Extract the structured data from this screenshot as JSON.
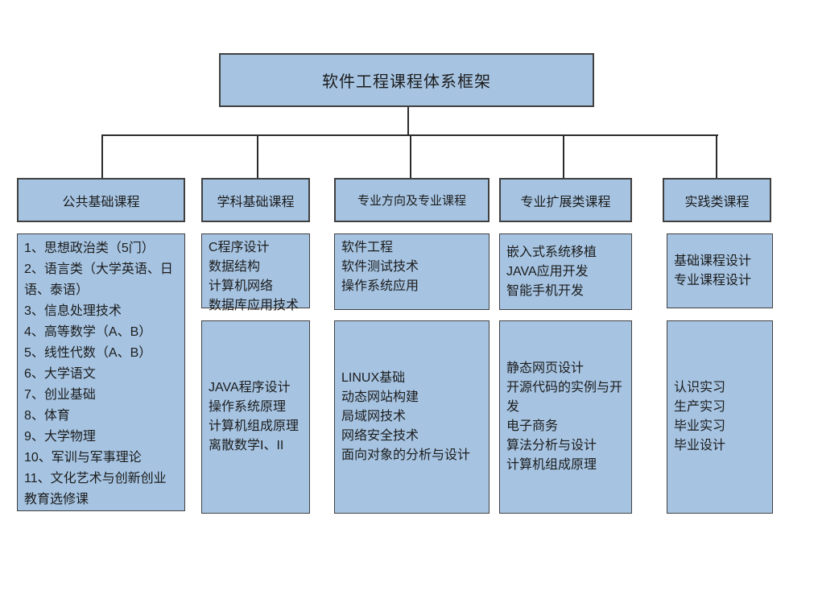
{
  "title": "软件工程课程体系框架",
  "colors": {
    "box_fill": "#a6c4e2",
    "box_border": "#404040",
    "connector": "#2b2b2b",
    "background": "#ffffff"
  },
  "columns": [
    {
      "header": "公共基础课程",
      "boxes": [
        {
          "lines": [
            "1、思想政治类（5门）",
            "2、语言类（大学英语、日语、泰语）",
            "3、信息处理技术",
            "4、高等数学（A、B）",
            "5、线性代数（A、B）",
            "6、大学语文",
            "7、创业基础",
            "8、体育",
            "9、大学物理",
            "10、军训与军事理论",
            "11、文化艺术与创新创业教育选修课"
          ]
        }
      ]
    },
    {
      "header": "学科基础课程",
      "boxes": [
        {
          "lines": [
            "C程序设计",
            "数据结构",
            "计算机网络",
            "数据库应用技术"
          ]
        },
        {
          "lines": [
            "JAVA程序设计",
            "操作系统原理",
            "计算机组成原理",
            "离散数学I、II"
          ]
        }
      ]
    },
    {
      "header": "专业方向及专业课程",
      "boxes": [
        {
          "lines": [
            "软件工程",
            "软件测试技术",
            "操作系统应用"
          ]
        },
        {
          "lines": [
            "LINUX基础",
            "动态网站构建",
            "局域网技术",
            "网络安全技术",
            "面向对象的分析与设计"
          ]
        }
      ]
    },
    {
      "header": "专业扩展类课程",
      "boxes": [
        {
          "lines": [
            "嵌入式系统移植",
            "JAVA应用开发",
            "智能手机开发"
          ]
        },
        {
          "lines": [
            "静态网页设计",
            "开源代码的实例与开发",
            "电子商务",
            "算法分析与设计",
            "计算机组成原理"
          ]
        }
      ]
    },
    {
      "header": "实践类课程",
      "boxes": [
        {
          "lines": [
            "基础课程设计",
            "专业课程设计"
          ]
        },
        {
          "lines": [
            "认识实习",
            "生产实习",
            "毕业实习",
            "毕业设计"
          ]
        }
      ]
    }
  ]
}
